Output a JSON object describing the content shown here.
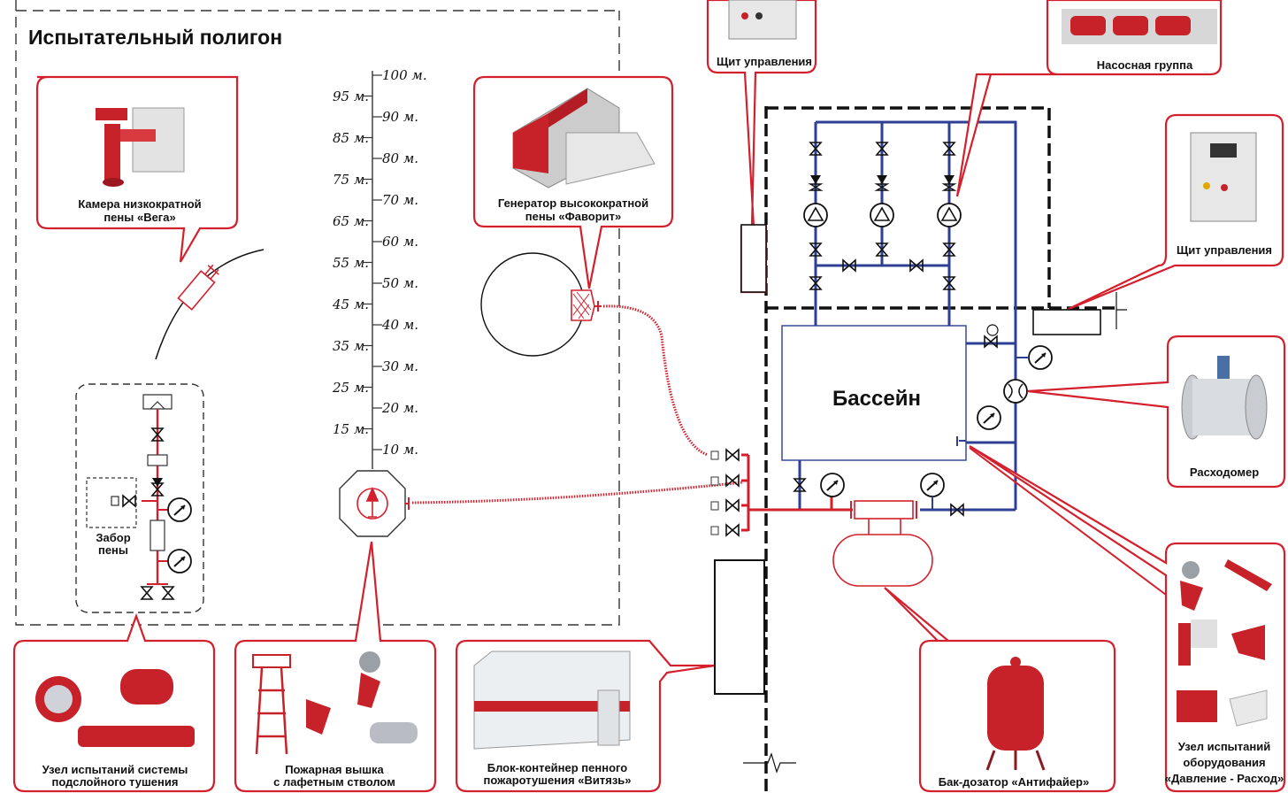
{
  "title": "Испытательный полигон",
  "pool_label": "Бассейн",
  "foam_intake": [
    "Забор",
    "пены"
  ],
  "height_scale": {
    "left": [
      "95 м.",
      "85 м.",
      "75 м.",
      "65 м.",
      "55 м.",
      "45 м.",
      "35 м.",
      "25 м.",
      "15 м."
    ],
    "right": [
      "100 м.",
      "90 м.",
      "80 м.",
      "70 м.",
      "60 м.",
      "50 м.",
      "40 м.",
      "30 м.",
      "20 м.",
      "10 м."
    ]
  },
  "callouts": {
    "vega": [
      "Камера низкократной",
      "пены «Вега»"
    ],
    "favorit": [
      "Генератор высокократной",
      "пены «Фаворит»"
    ],
    "control_top": [
      "Щит управления"
    ],
    "pumps": [
      "Насосная группа"
    ],
    "control_right": [
      "Щит управления"
    ],
    "flowmeter": [
      "Расходомер"
    ],
    "subsurface": [
      "Узел испытаний системы",
      "подслойного тушения"
    ],
    "tower": [
      "Пожарная вышка",
      "с лафетным стволом"
    ],
    "container": [
      "Блок-контейнер пенного",
      "пожаротушения «Витязь»"
    ],
    "tank": [
      "Бак-дозатор «Антифайер»"
    ],
    "test_node": [
      "Узел испытаний",
      "оборудования",
      "«Давление - Расход»"
    ]
  },
  "colors": {
    "red": "#d3202c",
    "blue": "#2e3f94",
    "black": "#111111",
    "grey": "#555555"
  }
}
